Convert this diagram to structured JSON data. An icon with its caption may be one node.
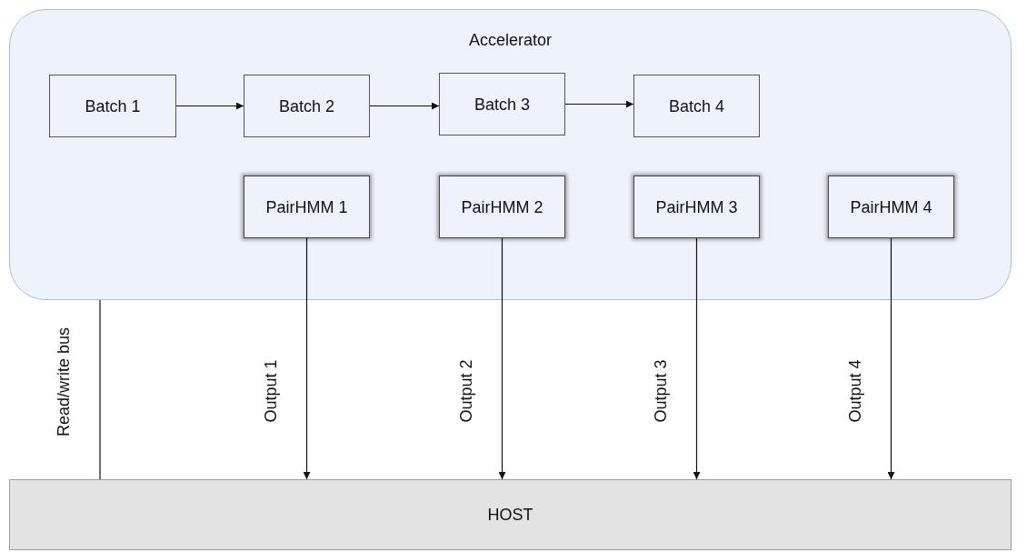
{
  "diagram": {
    "nodes": [
      {
        "text": [
          "Accelerator"
        ]
      },
      {
        "text": [
          "Batch 1"
        ],
        "in": 0
      },
      {
        "text": [
          "Batch 2"
        ],
        "in": 0
      },
      {
        "text": [
          "Batch 3"
        ],
        "in": 0
      },
      {
        "text": [
          "Batch 4"
        ],
        "in": 0
      },
      {
        "text": [
          "PairHMM 1"
        ],
        "in": 0
      },
      {
        "text": [
          "PairHMM 2"
        ],
        "in": 0
      },
      {
        "text": [
          "PairHMM 3"
        ],
        "in": 0
      },
      {
        "text": [
          "PairHMM 4"
        ],
        "in": 0
      },
      {
        "text": [
          "HOST"
        ]
      }
    ],
    "edges": [
      {
        "from": 1,
        "to": 2,
        "arrow": "to"
      },
      {
        "from": 2,
        "to": 3,
        "arrow": "to"
      },
      {
        "from": 3,
        "to": 4,
        "arrow": "to"
      },
      {
        "from": 0,
        "to": 9,
        "arrow": "none",
        "label": "Read/write bus"
      },
      {
        "from": 5,
        "to": 9,
        "arrow": "to",
        "label": "Output 1"
      },
      {
        "from": 6,
        "to": 9,
        "arrow": "to",
        "label": "Output 2"
      },
      {
        "from": 7,
        "to": 9,
        "arrow": "to",
        "label": "Output 3"
      },
      {
        "from": 8,
        "to": 9,
        "arrow": "to",
        "label": "Output 4"
      }
    ]
  }
}
